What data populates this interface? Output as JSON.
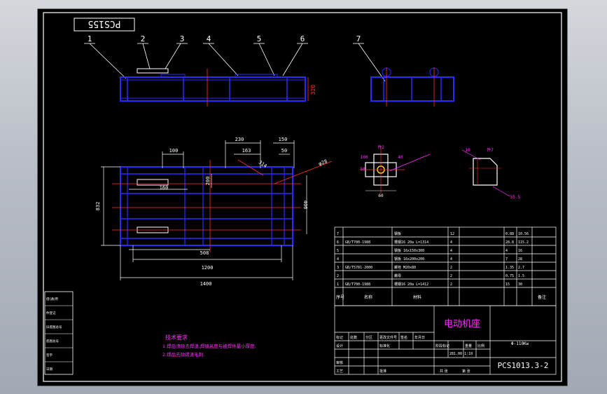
{
  "drawing": {
    "code_box": "PCS155",
    "title": "电动机座",
    "drawing_number": "PCS1013.3-2",
    "spec": "Φ-110Kw",
    "scale_text": "281.00 1:10",
    "notes_title": "技术要求",
    "notes": [
      "1.焊后须除去焊渣,焊缝高度与被焊件最小厚度.",
      "2.焊后去除焊渣毛刺."
    ]
  },
  "balloons": [
    "1",
    "2",
    "3",
    "4",
    "5",
    "6",
    "7"
  ],
  "dimensions": {
    "top_view_height": "320",
    "d100": "100",
    "d160": "160",
    "d230": "230",
    "d163": "163",
    "d150": "150",
    "d50": "50",
    "d200": "200",
    "d406": "406",
    "d508": "508",
    "d1200": "1200",
    "d1400": "1400",
    "d832": "832",
    "d314": "314",
    "phi": "φ28",
    "detail1_title": "件2",
    "detail1_c": "100",
    "detail1_d": "50",
    "detail1_e": "40",
    "detail1_f": "60",
    "detail2_title": "件7",
    "detail2_a": "10",
    "detail2_b": "55.5"
  },
  "bom": [
    {
      "no": "7",
      "std": "",
      "name": "钢板",
      "qty": "12",
      "w1": "0.88",
      "w2": "10.56"
    },
    {
      "no": "6",
      "std": "GB/T700-1988",
      "name": "槽钢16 20a L=1314",
      "qty": "4",
      "w1": "28.8",
      "w2": "115.2"
    },
    {
      "no": "5",
      "std": "",
      "name": "钢板 16x150x300",
      "qty": "4",
      "w1": "4",
      "w2": "16"
    },
    {
      "no": "4",
      "std": "",
      "name": "钢板 16x200x200",
      "qty": "4",
      "w1": "7",
      "w2": "28"
    },
    {
      "no": "3",
      "std": "GB/T5781-2000",
      "name": "螺栓 M20x80",
      "qty": "2",
      "w1": "1.35",
      "w2": "2.7"
    },
    {
      "no": "2",
      "std": "",
      "name": "螺母",
      "qty": "2",
      "w1": "0.75",
      "w2": "1.5"
    },
    {
      "no": "1",
      "std": "GB/T700-1988",
      "name": "槽钢16 20a L=1412",
      "qty": "2",
      "w1": "15",
      "w2": "30"
    }
  ],
  "bom_header": {
    "no": "序号",
    "name": "名称",
    "material": "材料",
    "remark": "备注"
  },
  "title_block": {
    "r1": [
      "标记",
      "处数",
      "分区",
      "更改文件号",
      "签名",
      "年月日"
    ],
    "r2": [
      "设计",
      "",
      "标准化"
    ],
    "r3": [
      "阶段标记",
      "重量",
      "比例"
    ],
    "r4": [
      "审核"
    ],
    "r5": [
      "工艺",
      "批准"
    ],
    "r6": [
      "共 张",
      "第 张"
    ]
  },
  "side_panel": [
    "借(通)用",
    "件登记",
    "旧底图总号",
    "底图总号",
    "签字",
    "日期"
  ]
}
